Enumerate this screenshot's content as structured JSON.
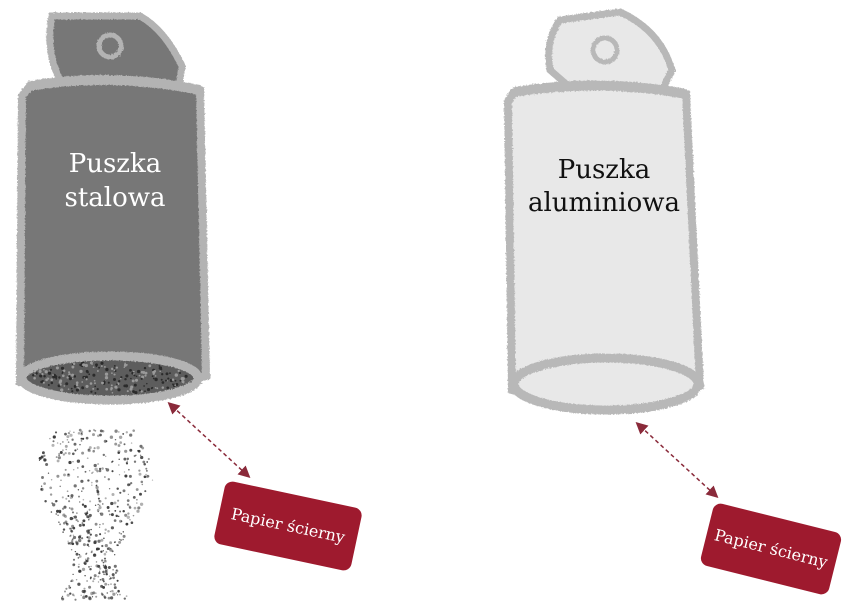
{
  "steel_can": {
    "label_line1": "Puszka",
    "label_line2": "stalowa",
    "body_color": "#777777",
    "rim_color": "#b3b3b3",
    "text_color": "#ffffff"
  },
  "aluminum_can": {
    "label_line1": "Puszka",
    "label_line2": "aluminiowa",
    "body_color": "#e8e8e8",
    "rim_color": "#b8b8b8",
    "text_color": "#111111"
  },
  "sandpaper_left": {
    "label": "Papier ścierny",
    "color": "#9e1a2e"
  },
  "sandpaper_right": {
    "label": "Papier ścierny",
    "color": "#9e1a2e"
  },
  "arrow_color": "#8a2a3a"
}
